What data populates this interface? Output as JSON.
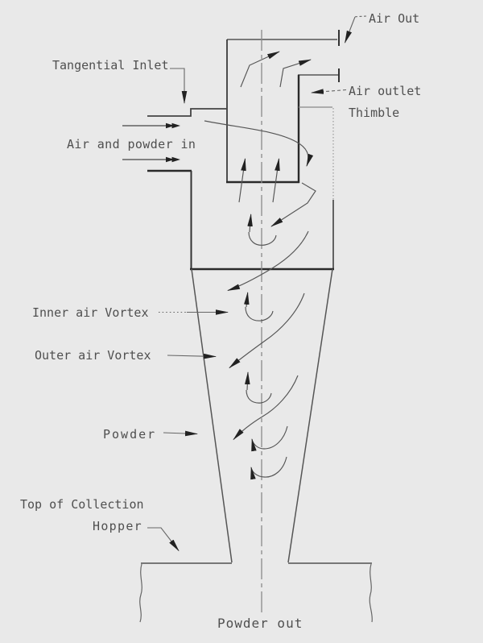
{
  "labels": {
    "air_out": "Air Out",
    "tangential_inlet": "Tangential Inlet",
    "air_and_powder_in": "Air and powder in",
    "air_outlet_thimble": {
      "line1": "Air outlet",
      "line2": "Thimble"
    },
    "inner_air_vortex": "Inner air Vortex",
    "outer_air_vortex": "Outer air Vortex",
    "powder": "Powder",
    "collection_hopper": {
      "line1": "Top of Collection",
      "line2": "Hopper"
    },
    "powder_out": "Powder out"
  },
  "colors": {
    "background": "#e9e9e9",
    "line_dark": "#2a2a2a",
    "line_medium": "#555555",
    "line_light": "#999999",
    "centerline": "#8a8a8a",
    "arrowhead": "#222222",
    "text": "#4f4f4f"
  }
}
